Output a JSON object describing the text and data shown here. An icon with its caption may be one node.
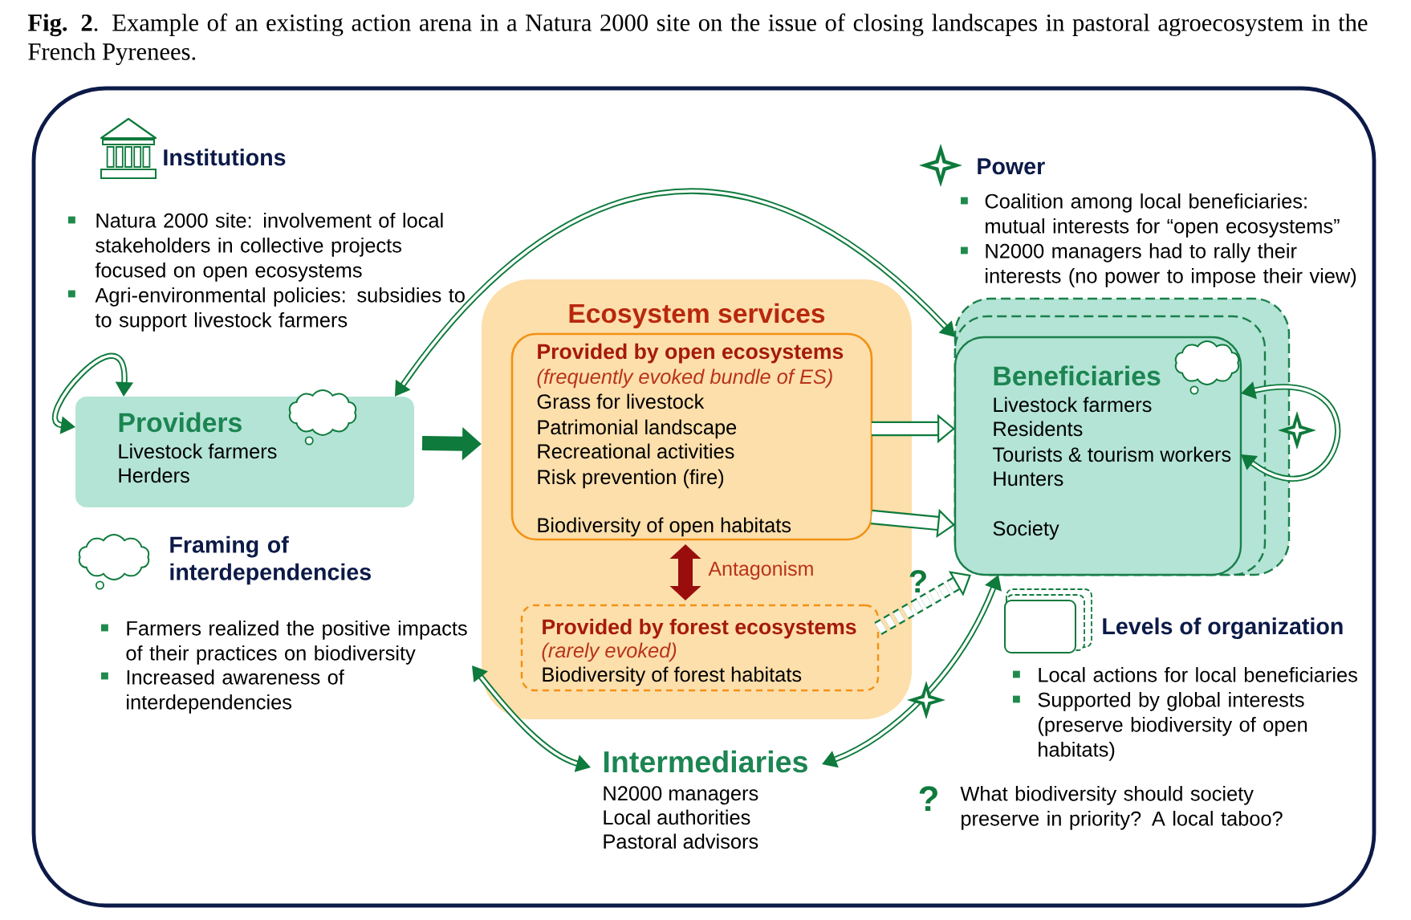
{
  "diagram": {
    "caption": "**Fig. 2**. Example of an existing action arena in a Natura 2000 site on the issue of closing landscapes in pastoral agroecosystem in the French Pyrenees.",
    "nodes": [
      {
        "text": [
          "Providers",
          "Livestock farmers",
          "Herders"
        ]
      },
      {
        "text": [
          "Ecosystem services"
        ]
      },
      {
        "text": [
          "Provided by open ecosystems",
          "(frequently evoked bundle of ES)",
          "Grass for livestock",
          "Patrimonial landscape",
          "Recreational activities",
          "Risk prevention (fire)",
          "Biodiversity of open habitats"
        ],
        "in": 1
      },
      {
        "text": [
          "Provided by forest ecosystems",
          "(rarely evoked)",
          "Biodiversity of forest habitats"
        ],
        "in": 1
      },
      {
        "text": [
          "Beneficiaries",
          "Livestock farmers",
          "Residents",
          "Tourists & tourism workers",
          "Hunters",
          "Society"
        ]
      },
      {
        "text": [
          "Framing of interdependencies",
          "Farmers realized the positive impacts of their practices on biodiversity",
          "Increased awareness of interdependencies"
        ]
      },
      {
        "text": [
          "Intermediaries",
          "N2000 managers",
          "Local authorities",
          "Pastoral advisors"
        ]
      }
    ],
    "edges": [
      {
        "from": 0,
        "to": 0,
        "arrow": "both"
      },
      {
        "from": 0,
        "to": 4,
        "arrow": "both"
      },
      {
        "from": 0,
        "to": 1,
        "arrow": "to",
        "style": "thick"
      },
      {
        "from": 2,
        "to": 4,
        "arrow": "to",
        "style": "thick"
      },
      {
        "from": 2,
        "to": 4,
        "arrow": "to",
        "style": "thick"
      },
      {
        "from": 2,
        "to": 3,
        "arrow": "both",
        "style": "thick",
        "color": "#9a0d0d",
        "label": "Antagonism"
      },
      {
        "from": 3,
        "to": 4,
        "arrow": "to",
        "style": "dashed",
        "label": "?"
      },
      {
        "from": 4,
        "to": 4,
        "arrow": "both"
      },
      {
        "from": 5,
        "to": 6,
        "arrow": "both"
      },
      {
        "from": 6,
        "to": 4,
        "arrow": "both"
      }
    ],
    "labels": [
      "Institutions",
      "Natura 2000 site: involvement of local stakeholders in collective projects focused on open ecosystems",
      "Agri-environmental policies: subsidies to to support livestock farmers",
      "Power",
      "Coalition among local beneficiaries: mutual interests for “open ecosystems”",
      "N2000 managers had to rally their interests (no power to impose their view)",
      "Levels of organization",
      "Local actions for local beneficiaries",
      "Supported by global interests (preserve biodiversity of open habitats)",
      "?",
      "What biodiversity should society preserve in priority? A local taboo?"
    ]
  }
}
